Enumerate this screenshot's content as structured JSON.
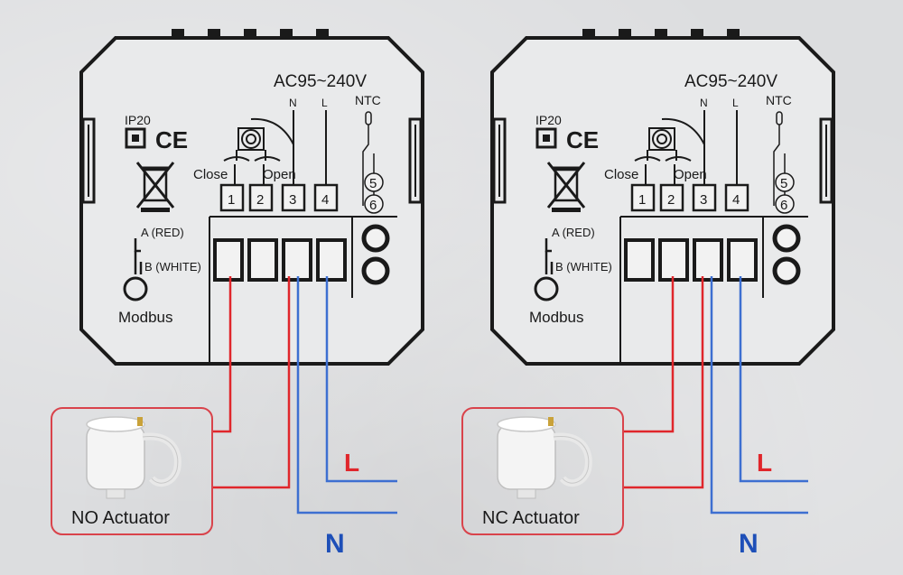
{
  "diagrams": [
    {
      "supply_label": "AC95~240V",
      "terminal_n_label": "N",
      "terminal_l_label": "L",
      "ntc_label": "NTC",
      "ntc_pin_1": "5",
      "ntc_pin_2": "6",
      "ip_rating": "IP20",
      "ce_mark": "CE",
      "close_label": "Close",
      "open_label": "Open",
      "terminals": [
        "1",
        "2",
        "3",
        "4"
      ],
      "modbus_a_label": "A (RED)",
      "modbus_b_label": "B (WHITE)",
      "modbus_label": "Modbus",
      "actuator_label": "NO Actuator",
      "line_l_label": "L",
      "line_n_label": "N"
    },
    {
      "supply_label": "AC95~240V",
      "terminal_n_label": "N",
      "terminal_l_label": "L",
      "ntc_label": "NTC",
      "ntc_pin_1": "5",
      "ntc_pin_2": "6",
      "ip_rating": "IP20",
      "ce_mark": "CE",
      "close_label": "Close",
      "open_label": "Open",
      "terminals": [
        "1",
        "2",
        "3",
        "4"
      ],
      "modbus_a_label": "A (RED)",
      "modbus_b_label": "B (WHITE)",
      "modbus_label": "Modbus",
      "actuator_label": "NC Actuator",
      "line_l_label": "L",
      "line_n_label": "N"
    }
  ],
  "colors": {
    "live_wire": "#e0262b",
    "neutral_wire": "#3d6fd1",
    "box_outline": "#d9434b",
    "line_label_l": "#e0262b",
    "line_label_n": "#1e4fb8",
    "ink": "#222222"
  },
  "icons": [
    "recycle-bin-crossed-icon",
    "actuator-icon",
    "thermostat-relay-icon"
  ]
}
